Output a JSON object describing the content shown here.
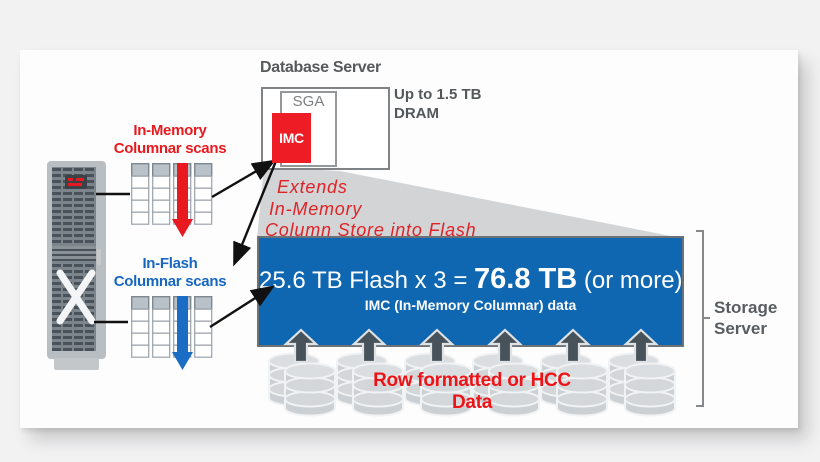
{
  "database_server": {
    "title": "Database Server",
    "sga_label": "SGA",
    "imc_label": "IMC",
    "dram_line1": "Up to 1.5 TB",
    "dram_line2": "DRAM"
  },
  "scans": {
    "in_memory_line1": "In-Memory",
    "in_memory_line2": "Columnar scans",
    "in_flash_line1": "In-Flash",
    "in_flash_line2": "Columnar scans"
  },
  "beam": {
    "line1": "Extends",
    "line2": "In-Memory",
    "line3": "Column Store into Flash"
  },
  "flash_box": {
    "capacity_prefix": "25.6 TB Flash x 3 = ",
    "capacity_bold": "76.8 TB",
    "capacity_suffix": " (or more)",
    "subtitle": "IMC (In-Memory Columnar) data"
  },
  "storage": {
    "caption": "Row formatted or HCC Data",
    "bracket_label_line1": "Storage",
    "bracket_label_line2": "Server"
  },
  "colors": {
    "accent_red": "#e8191f",
    "accent_blue_text": "#1767c1",
    "flash_box_blue": "#0f67b2",
    "imc_red": "#ee1c25",
    "beam_gray": "#d2d4d6",
    "label_gray": "#57595b"
  }
}
